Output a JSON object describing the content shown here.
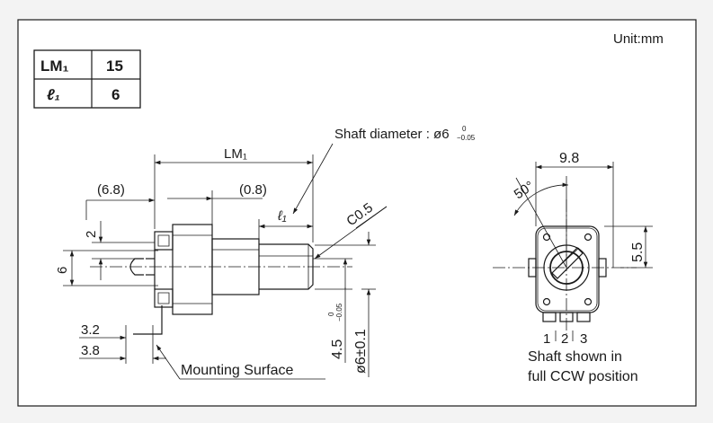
{
  "unit_label": "Unit:mm",
  "spec_table": {
    "rows": [
      {
        "param": "LM₁",
        "value": "15"
      },
      {
        "param": "ℓ₁",
        "value": "6"
      }
    ]
  },
  "side_view": {
    "shaft_diameter_label": "Shaft diameter : ø6",
    "shaft_diameter_tol_upper": "0",
    "shaft_diameter_tol_lower": "−0.05",
    "dim_LM1": "LM₁",
    "dim_6_8": "(6.8)",
    "dim_0_8": "(0.8)",
    "dim_l1": "ℓ₁",
    "chamfer": "C0.5",
    "dim_2": "2",
    "dim_6": "6",
    "dim_3_2": "3.2",
    "dim_3_8": "3.8",
    "dim_4_5": "4.5",
    "dim_4_5_tol_upper": "0",
    "dim_4_5_tol_lower": "−0.05",
    "dim_phi6": "ø6±0.1",
    "mounting_surface": "Mounting Surface"
  },
  "front_view": {
    "dim_9_8": "9.8",
    "angle": "50°",
    "dim_5_5": "5.5",
    "pin_1": "1",
    "pin_2": "2",
    "pin_3": "3",
    "note_line1": "Shaft shown in",
    "note_line2": "full CCW position"
  }
}
